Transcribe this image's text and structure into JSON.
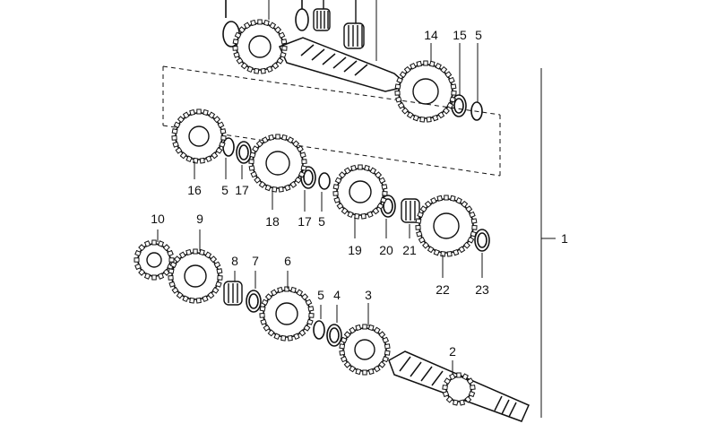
{
  "callouts": [
    {
      "id": "c14",
      "text": "14"
    },
    {
      "id": "c15",
      "text": "15"
    },
    {
      "id": "c5a",
      "text": "5"
    },
    {
      "id": "c16",
      "text": "16"
    },
    {
      "id": "c5b",
      "text": "5"
    },
    {
      "id": "c17a",
      "text": "17"
    },
    {
      "id": "c18",
      "text": "18"
    },
    {
      "id": "c17b",
      "text": "17"
    },
    {
      "id": "c5c",
      "text": "5"
    },
    {
      "id": "c19",
      "text": "19"
    },
    {
      "id": "c20",
      "text": "20"
    },
    {
      "id": "c21",
      "text": "21"
    },
    {
      "id": "c22",
      "text": "22"
    },
    {
      "id": "c23",
      "text": "23"
    },
    {
      "id": "c1",
      "text": "1"
    },
    {
      "id": "c10",
      "text": "10"
    },
    {
      "id": "c9",
      "text": "9"
    },
    {
      "id": "c8",
      "text": "8"
    },
    {
      "id": "c7",
      "text": "7"
    },
    {
      "id": "c6",
      "text": "6"
    },
    {
      "id": "c5d",
      "text": "5"
    },
    {
      "id": "c4",
      "text": "4"
    },
    {
      "id": "c3",
      "text": "3"
    },
    {
      "id": "c2",
      "text": "2"
    }
  ],
  "parts": [
    {
      "kind": "gear",
      "label": "top-sprocket"
    },
    {
      "kind": "gear",
      "label": "14"
    },
    {
      "kind": "gear",
      "label": "16"
    },
    {
      "kind": "gear",
      "label": "18"
    },
    {
      "kind": "gear",
      "label": "19"
    },
    {
      "kind": "gear",
      "label": "22"
    },
    {
      "kind": "gear",
      "label": "10"
    },
    {
      "kind": "gear",
      "label": "9"
    },
    {
      "kind": "gear",
      "label": "6"
    },
    {
      "kind": "gear",
      "label": "3"
    },
    {
      "kind": "gear",
      "label": "2"
    }
  ]
}
